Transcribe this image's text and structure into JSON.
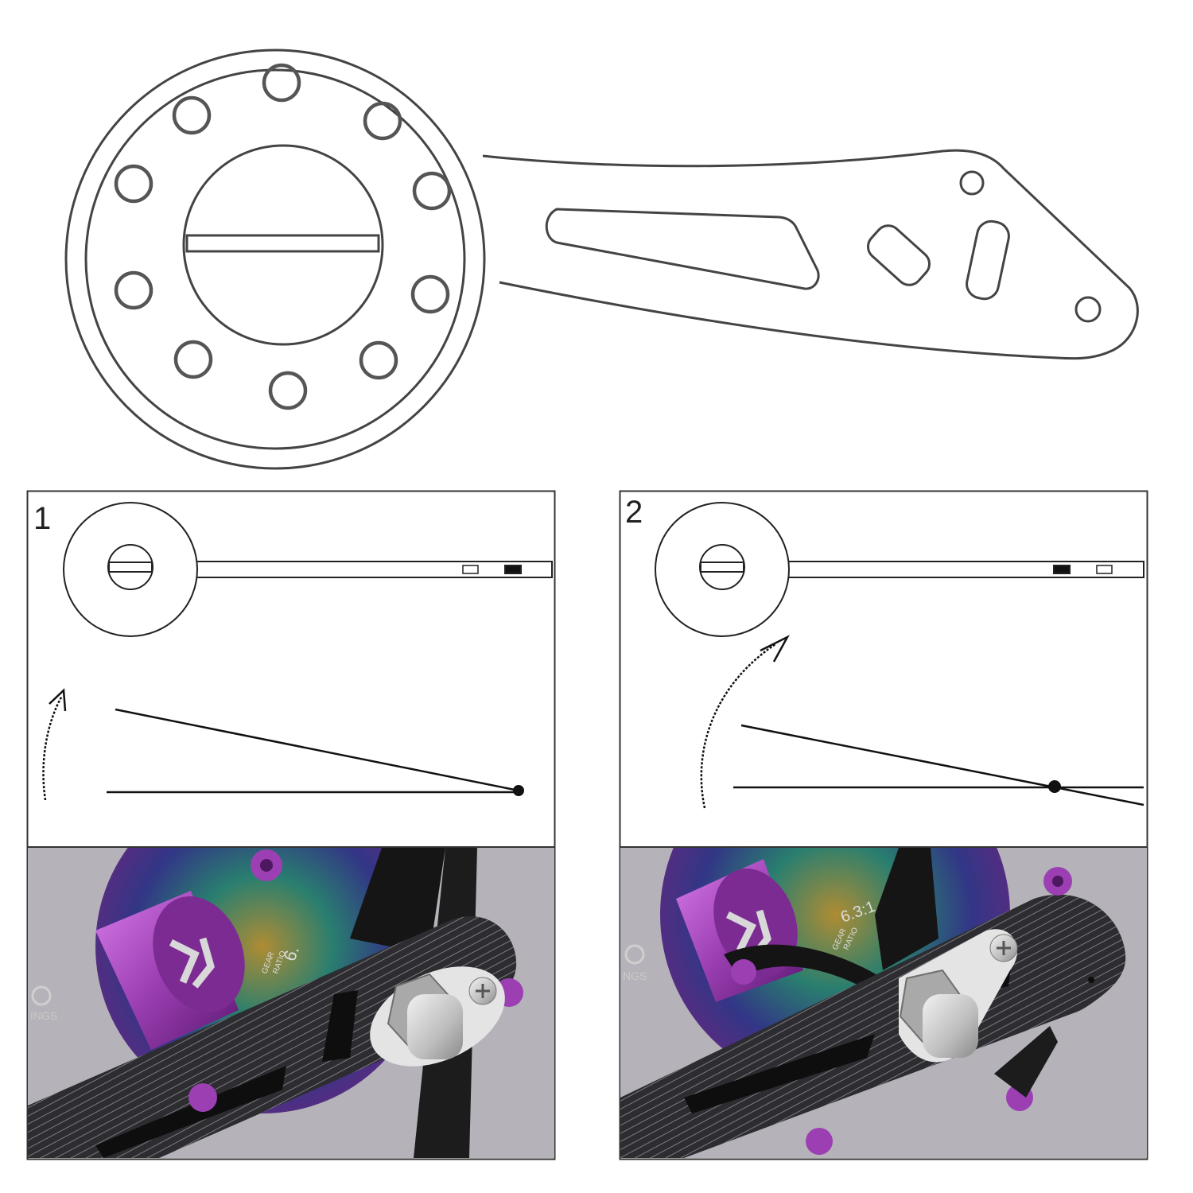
{
  "steps": [
    {
      "number": "1"
    },
    {
      "number": "2"
    }
  ],
  "photos": [
    {
      "gear_label_1": "GEAR",
      "gear_label_2": "RATIO",
      "gear_ratio": "6.",
      "brand_fragment": "INGS"
    },
    {
      "gear_label_1": "GEAR",
      "gear_label_2": "RATIO",
      "gear_ratio": "6.3:1",
      "brand_fragment": "NGS"
    }
  ],
  "colors": {
    "line": "#444444",
    "handle_black": "#2b2b2e",
    "purple": "#9b3fb3",
    "silver": "#c9c9c9"
  }
}
